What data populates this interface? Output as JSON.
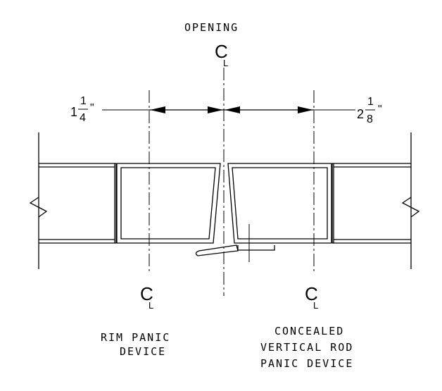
{
  "labels": {
    "opening": "OPENING",
    "rim_line1": "RIM PANIC",
    "rim_line2": "DEVICE",
    "concealed_line1": "CONCEALED",
    "concealed_line2": "VERTICAL ROD",
    "concealed_line3": "PANIC DEVICE"
  },
  "centerline_symbol": {
    "main": "C",
    "sub": "L"
  },
  "dimensions": {
    "left": {
      "whole": "1",
      "numerator": "1",
      "denominator": "4",
      "unit": "\""
    },
    "right": {
      "whole": "2",
      "numerator": "1",
      "denominator": "8",
      "unit": "\""
    }
  }
}
